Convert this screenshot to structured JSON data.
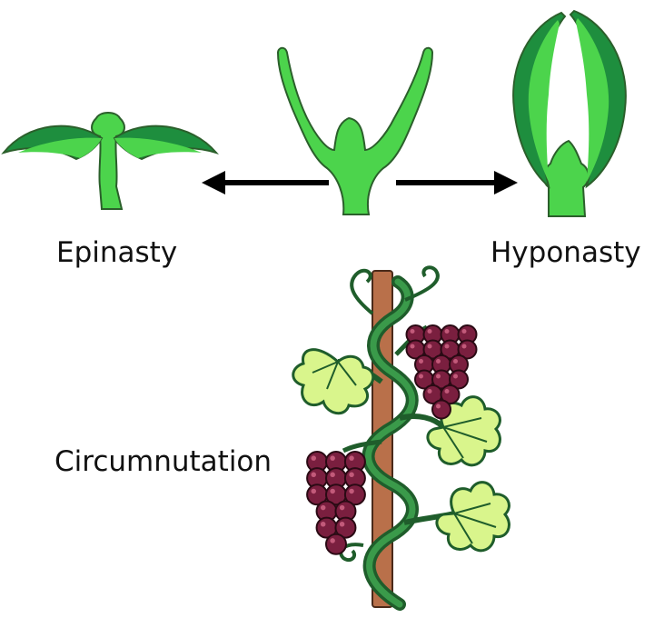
{
  "labels": {
    "epinasty": "Epinasty",
    "hyponasty": "Hyponasty",
    "circumnutation": "Circumnutation"
  },
  "colors": {
    "leaf_green": "#4cd44c",
    "leaf_dark": "#1e8e3e",
    "outline": "#2b5f2b",
    "vine_leaf": "#d9f58c",
    "vine_stem": "#2f7a3a",
    "grape": "#7a1f3f",
    "stake": "#b9704a",
    "arrow": "#000000"
  }
}
